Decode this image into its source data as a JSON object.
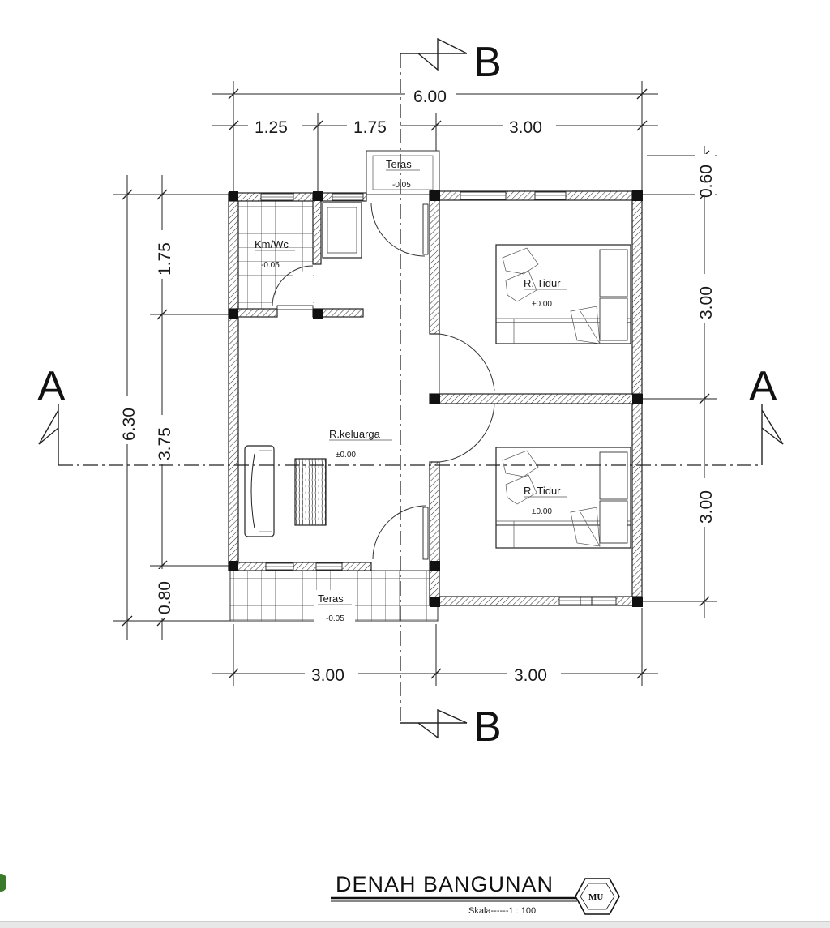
{
  "dimensions": {
    "top_total": "6.00",
    "top_seg_1": "1.25",
    "top_seg_2": "1.75",
    "top_seg_3": "3.00",
    "bottom_seg_1": "3.00",
    "bottom_seg_2": "3.00",
    "left_total": "6.30",
    "left_seg_1": "1.75",
    "left_seg_2": "3.75",
    "left_seg_3": "0.80",
    "right_seg_1": "0.60",
    "right_seg_2": "3.00",
    "right_seg_3": "3.00"
  },
  "sections": {
    "a_left": "A",
    "a_right": "A",
    "b_top": "B",
    "b_bottom": "B"
  },
  "rooms": {
    "teras_top": {
      "name": "Teras",
      "level": "-0.05"
    },
    "kmwc": {
      "name": "Km/Wc",
      "level": "-0.05"
    },
    "tidur_1": {
      "name": "R. Tidur",
      "level": "±0.00"
    },
    "keluarga": {
      "name": "R.keluarga",
      "level": "±0.00"
    },
    "tidur_2": {
      "name": "R. Tidur",
      "level": "±0.00"
    },
    "teras_bottom": {
      "name": "Teras",
      "level": "-0.05"
    }
  },
  "title_block": {
    "title": "DENAH BANGUNAN",
    "scale": "Skala------1 : 100",
    "logo": "MU"
  }
}
